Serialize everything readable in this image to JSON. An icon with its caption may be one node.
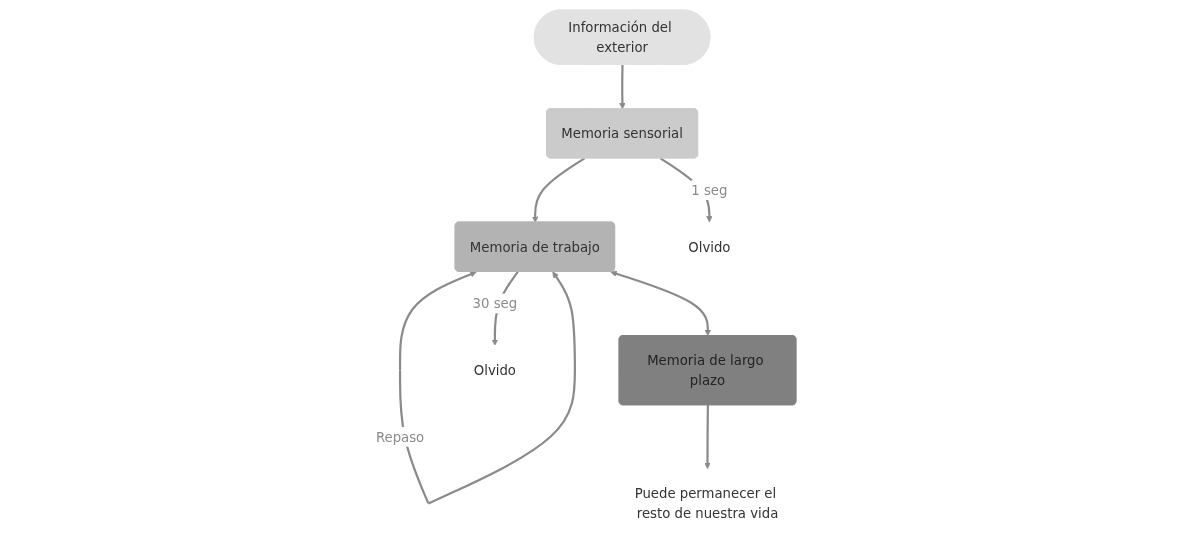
{
  "diagram": {
    "nodes": [
      {
        "text": [
          "Información del exterior"
        ]
      },
      {
        "text": [
          "Memoria sensorial"
        ]
      },
      {
        "text": [
          "Memoria de trabajo"
        ]
      },
      {
        "text": [
          "Memoria de largo plazo"
        ]
      },
      {
        "text": [
          "Puede permanecer el resto de nuestra vida"
        ]
      },
      {
        "text": [
          "Olvido"
        ]
      },
      {
        "text": [
          "Olvido"
        ]
      }
    ],
    "edges": [
      {
        "from": 0,
        "to": 1,
        "arrow": "to"
      },
      {
        "from": 1,
        "to": 2,
        "arrow": "to"
      },
      {
        "from": 1,
        "to": 5,
        "label": "1 seg",
        "arrow": "to"
      },
      {
        "from": 2,
        "to": 2,
        "label": "Repaso",
        "arrow": "both"
      },
      {
        "from": 2,
        "to": 3,
        "arrow": "both"
      },
      {
        "from": 2,
        "to": 6,
        "label": "30 seg",
        "arrow": "to"
      },
      {
        "from": 3,
        "to": 4,
        "arrow": "to"
      }
    ]
  }
}
